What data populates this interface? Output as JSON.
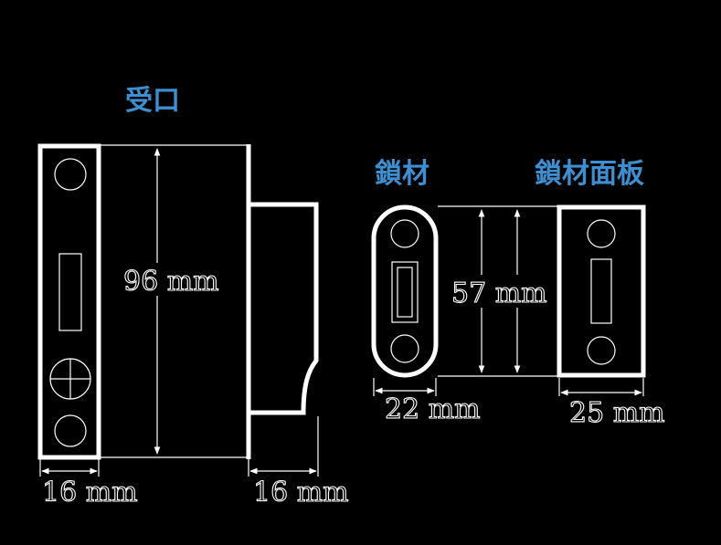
{
  "colors": {
    "background": "#000000",
    "title": "#3d8fd1",
    "lines": "#ffffff"
  },
  "diagram": {
    "parts": [
      {
        "id": "strike",
        "title": "受口",
        "dims": {
          "height": "96 mm",
          "plate_width": "16 mm",
          "box_depth": "16 mm"
        }
      },
      {
        "id": "lock-body",
        "title": "鎖材",
        "dims": {
          "height": "57 mm",
          "width": "22 mm"
        }
      },
      {
        "id": "face-plate",
        "title": "鎖材面板",
        "dims": {
          "width": "25 mm"
        }
      }
    ]
  }
}
